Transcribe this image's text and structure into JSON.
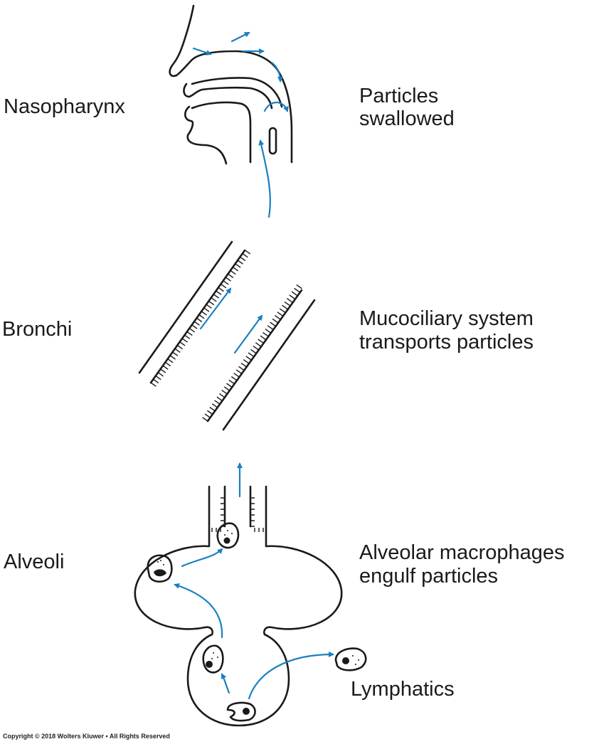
{
  "regions": [
    {
      "name": "Nasopharynx",
      "description": [
        "Particles",
        "swallowed"
      ]
    },
    {
      "name": "Bronchi",
      "description": [
        "Mucociliary system",
        "transports particles"
      ]
    },
    {
      "name": "Alveoli",
      "description": [
        "Alveolar macrophages",
        "engulf particles"
      ]
    }
  ],
  "lymphatics_label": "Lymphatics",
  "copyright": "Copyright © 2018 Wolters Kluwer • All Rights Reserved",
  "colors": {
    "line": "#1a1a1a",
    "arrow": "#1a7fc1"
  }
}
